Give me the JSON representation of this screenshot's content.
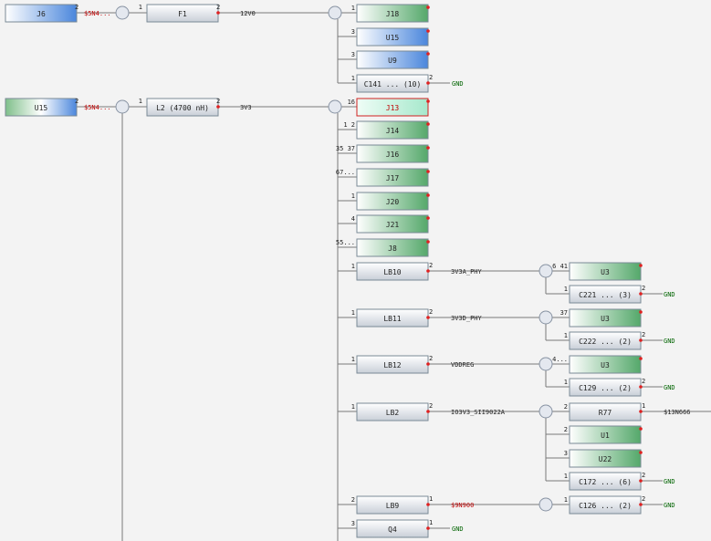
{
  "sources": [
    {
      "ref": "J6",
      "pin": "2",
      "net": "$5N4..."
    },
    {
      "ref": "U15",
      "pin": "2",
      "net": "$5N4..."
    }
  ],
  "filters": [
    {
      "ref": "F1",
      "in_pin": "1",
      "out_pin": "2",
      "net": "12V0"
    },
    {
      "ref": "L2  (4700 nH)",
      "in_pin": "1",
      "out_pin": "2",
      "net": "3V3"
    }
  ],
  "group_12v": [
    {
      "pin": "1",
      "ref": "J18"
    },
    {
      "pin": "3",
      "ref": "U15"
    },
    {
      "pin": "3",
      "ref": "U9"
    },
    {
      "pin": "1",
      "ref": "C141 ... (10)",
      "out_pin": "2",
      "out_net": "GND"
    }
  ],
  "group_3v3": [
    {
      "pin": "16",
      "ref": "J13",
      "selected": true
    },
    {
      "pin": "1 2",
      "ref": "J14"
    },
    {
      "pin": "35 37",
      "ref": "J16"
    },
    {
      "pin": "67...",
      "ref": "J17"
    },
    {
      "pin": "1",
      "ref": "J20"
    },
    {
      "pin": "4",
      "ref": "J21"
    },
    {
      "pin": "55...",
      "ref": "J8"
    }
  ],
  "branches": [
    {
      "ref": "LB10",
      "in_pin": "1",
      "out_pin": "2",
      "net": "3V3A_PHY",
      "loads": [
        {
          "pin": "6  41",
          "ref": "U3",
          "fill": "green"
        },
        {
          "pin": "1",
          "ref": "C221 ... (3)",
          "out_pin": "2",
          "out_net": "GND",
          "fill": "gray"
        }
      ]
    },
    {
      "ref": "LB11",
      "in_pin": "1",
      "out_pin": "2",
      "net": "3V3D_PHY",
      "loads": [
        {
          "pin": "37",
          "ref": "U3",
          "fill": "green"
        },
        {
          "pin": "1",
          "ref": "C222 ... (2)",
          "out_pin": "2",
          "out_net": "GND",
          "fill": "gray"
        }
      ]
    },
    {
      "ref": "LB12",
      "in_pin": "1",
      "out_pin": "2",
      "net": "VDDREG",
      "loads": [
        {
          "pin": "4...",
          "ref": "U3",
          "fill": "green"
        },
        {
          "pin": "1",
          "ref": "C129 ... (2)",
          "out_pin": "2",
          "out_net": "GND",
          "fill": "gray"
        }
      ]
    },
    {
      "ref": "LB2",
      "in_pin": "1",
      "out_pin": "2",
      "net": "IO3V3_SII9022A",
      "loads": [
        {
          "pin": "2",
          "ref": "R77",
          "out_pin": "1",
          "out_net": "$13N666",
          "fill": "gray"
        },
        {
          "pin": "2",
          "ref": "U1",
          "fill": "green"
        },
        {
          "pin": "3",
          "ref": "U22",
          "fill": "green"
        },
        {
          "pin": "1",
          "ref": "C172 ... (6)",
          "out_pin": "2",
          "out_net": "GND",
          "fill": "gray"
        }
      ]
    },
    {
      "ref": "LB9",
      "in_pin": "2",
      "out_pin": "1",
      "net": "$9N900",
      "loads": [
        {
          "pin": "1",
          "ref": "C126 ... (2)",
          "out_pin": "2",
          "out_net": "GND",
          "fill": "gray"
        }
      ]
    }
  ],
  "bottom": {
    "pin": "3",
    "ref": "Q4",
    "out_pin": "1",
    "out_net": "GND"
  },
  "colors": {
    "wire": "#7a7a7a",
    "box_border": "#7a8a96",
    "gray_top": "#ffffff",
    "gray_bottom": "#c9cfd8",
    "green_left": "#ffffff",
    "green_right": "#54a86a",
    "blue_left": "#ffffff",
    "blue_right": "#4a86dc",
    "green_blue_left": "#7fbf8a",
    "selected_border": "#d02020",
    "selected_fill": "#d9f7ea",
    "red_text": "#c00000",
    "gnd_text": "#006400"
  }
}
